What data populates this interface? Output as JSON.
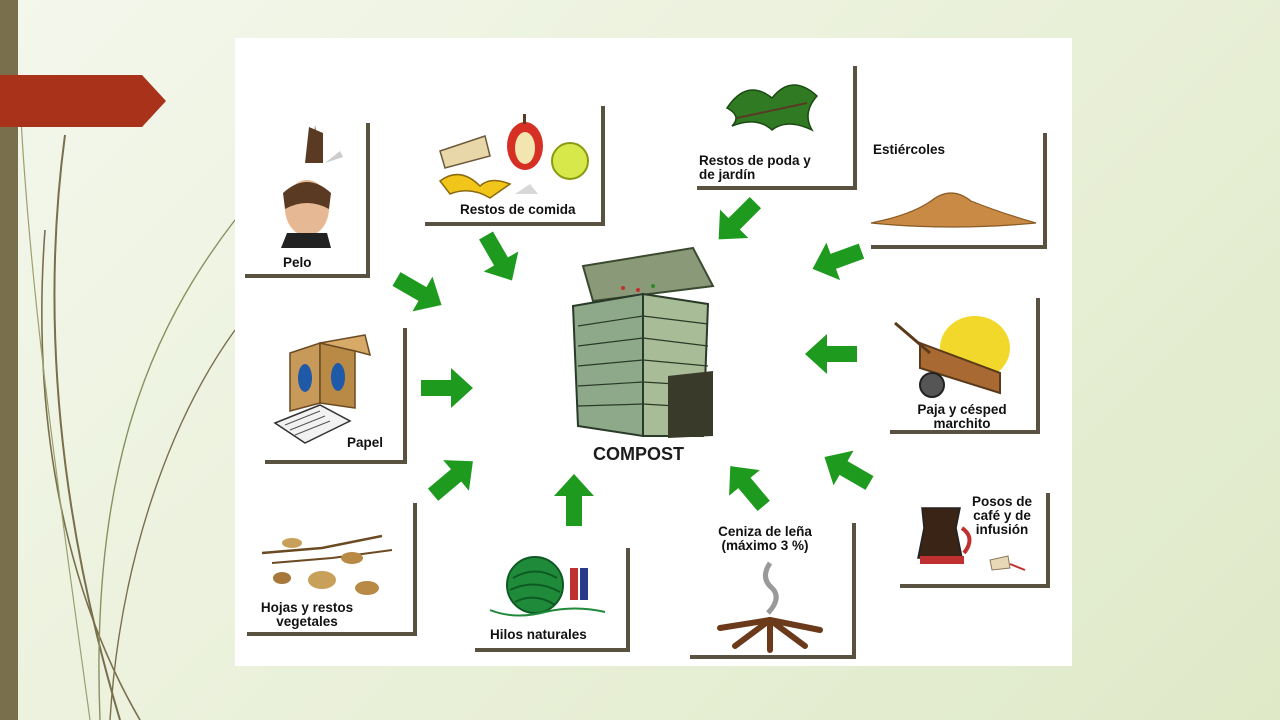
{
  "diagram": {
    "center": {
      "label": "COMPOST",
      "icon": "compost-bin-icon"
    },
    "inputs": [
      {
        "id": "pelo",
        "label": "Pelo",
        "icon": "hair-icon"
      },
      {
        "id": "restos-comida",
        "label": "Restos de comida",
        "icon": "food-scraps-icon"
      },
      {
        "id": "restos-poda",
        "label_lines": [
          "Restos de poda y",
          "de jardín"
        ],
        "icon": "leaves-icon"
      },
      {
        "id": "estiercoles",
        "label": "Estiércoles",
        "icon": "manure-icon"
      },
      {
        "id": "paja",
        "label_lines": [
          "Paja y césped",
          "marchito"
        ],
        "icon": "straw-cart-icon"
      },
      {
        "id": "posos",
        "label_lines": [
          "Posos de",
          "café y de",
          "infusión"
        ],
        "icon": "coffee-pot-icon"
      },
      {
        "id": "ceniza",
        "label_lines": [
          "Ceniza de leña",
          "(máximo 3 %)"
        ],
        "icon": "ash-fire-icon"
      },
      {
        "id": "hilos",
        "label": "Hilos naturales",
        "icon": "yarn-icon"
      },
      {
        "id": "hojas",
        "label_lines": [
          "Hojas y restos",
          "vegetales"
        ],
        "icon": "dry-leaves-icon"
      },
      {
        "id": "papel",
        "label": "Papel",
        "icon": "paper-box-icon"
      }
    ],
    "arrow_color": "#1e9a1e"
  },
  "theme": {
    "accent": "#a8321a",
    "bar": "#7a6f4d"
  }
}
